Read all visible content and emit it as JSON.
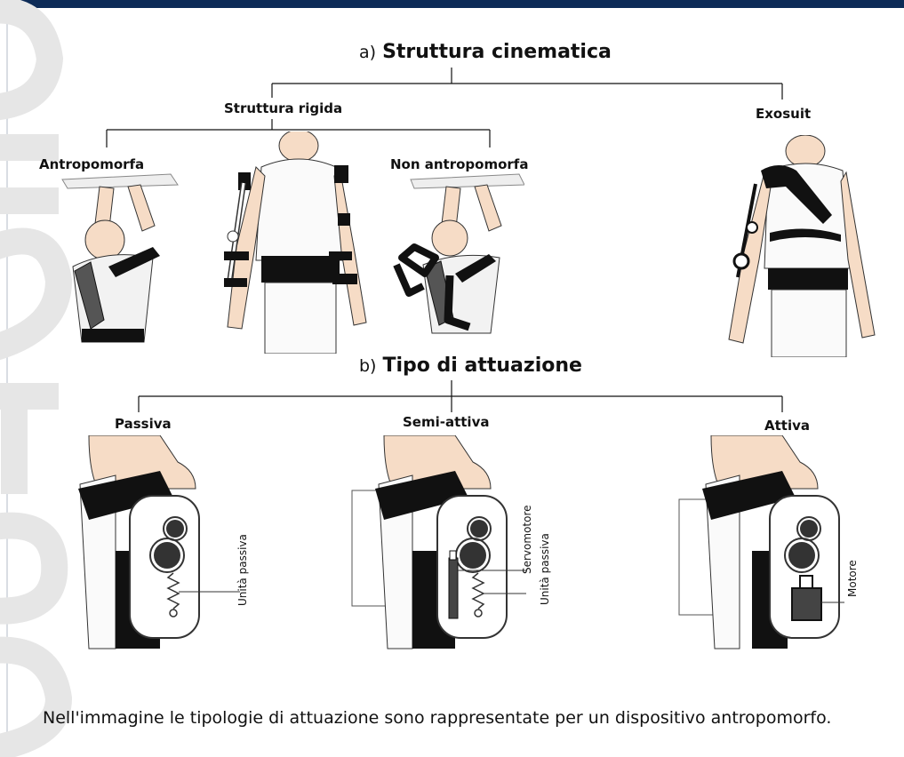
{
  "section_a": {
    "prefix": "a)",
    "title": "Struttura cinematica"
  },
  "section_a_items": {
    "rigid": "Struttura rigida",
    "exosuit": "Exosuit",
    "anthropo": "Antropomorfa",
    "non_anthropo": "Non antropomorfa"
  },
  "section_b": {
    "prefix": "b)",
    "title": "Tipo di attuazione"
  },
  "section_b_items": {
    "passive": "Passiva",
    "semi_active": "Semi-attiva",
    "active": "Attiva"
  },
  "component_labels": {
    "passive_unit": "Unità passiva",
    "servomotor": "Servomotore",
    "semi_passive_unit": "Unità passiva",
    "motor": "Motore"
  },
  "caption": "Nell'immagine le tipologie di attuazione sono rappresentate per un dispositivo antropomorfo.",
  "colors": {
    "top_bar": "#0d2b57",
    "skin": "#f6dcc6",
    "strap": "#111111",
    "watermark": "#e5e5e5"
  }
}
